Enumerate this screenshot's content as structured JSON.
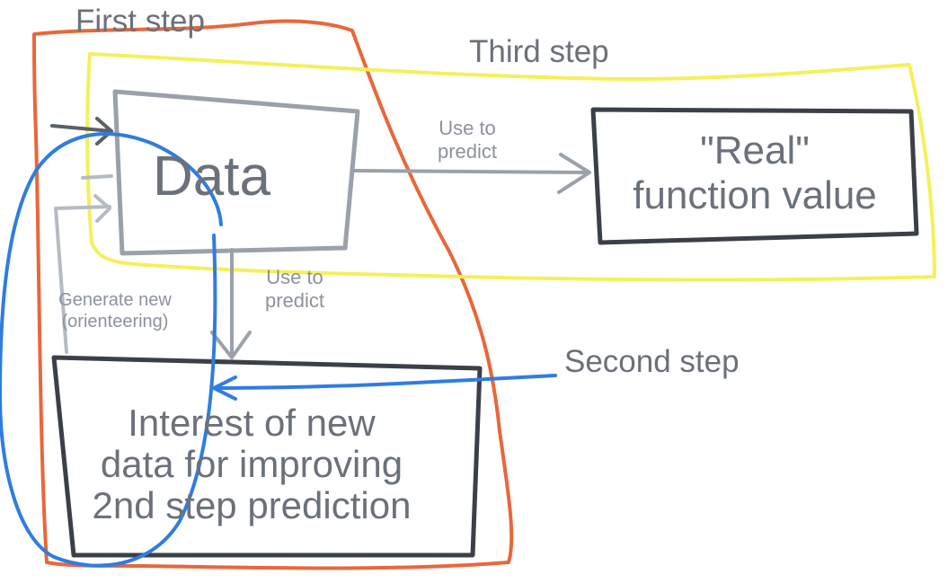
{
  "labels": {
    "first_step": "First step",
    "second_step": "Second step",
    "third_step": "Third step"
  },
  "boxes": {
    "data": "Data",
    "real_value_line1": "\"Real\"",
    "real_value_line2": "function value",
    "interest_line1": "Interest of new",
    "interest_line2": "data for improving",
    "interest_line3": "2nd step prediction"
  },
  "arrows": {
    "use_to_predict_right_line1": "Use to",
    "use_to_predict_right_line2": "predict",
    "use_to_predict_down_line1": "Use to",
    "use_to_predict_down_line2": "predict",
    "generate_new_line1": "Generate new",
    "generate_new_line2": "(orienteering)"
  },
  "colors": {
    "first_step_outline": "#e8673a",
    "third_step_outline": "#f5f05a",
    "second_step_outline": "#2f7de0",
    "box_dark": "#3b4048",
    "box_gray": "#9aa1ab",
    "text_gray": "#6b717a"
  }
}
